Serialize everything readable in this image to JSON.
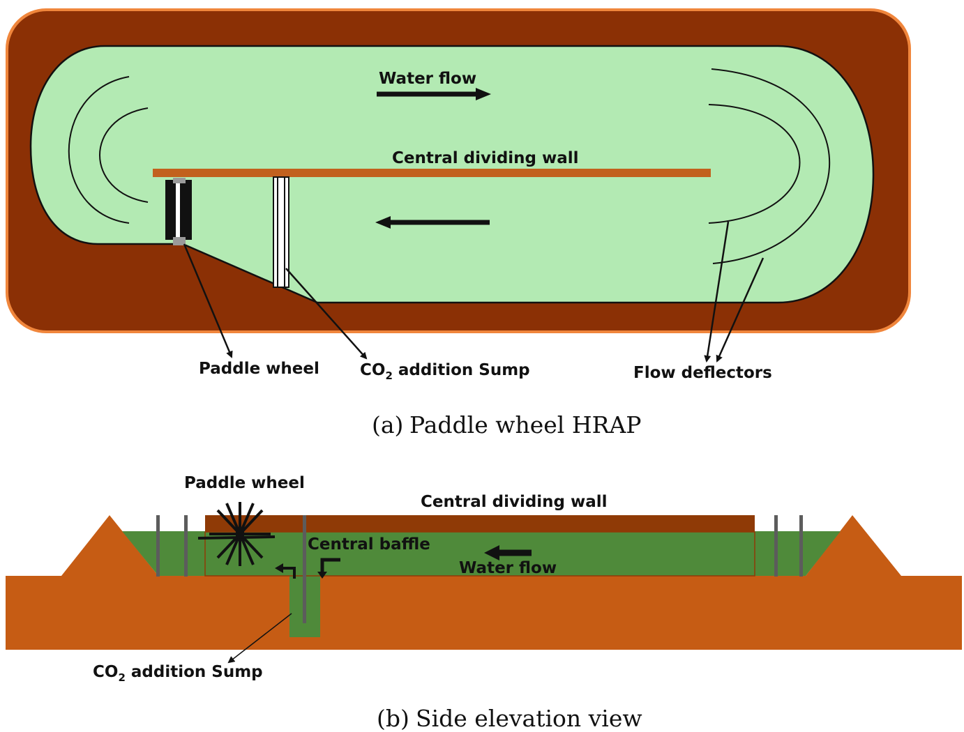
{
  "top_view": {
    "water_flow_label": "Water flow",
    "central_wall_label": "Central dividing wall",
    "paddle_wheel_label": "Paddle wheel",
    "co2_prefix": "CO",
    "co2_subscript": "2",
    "co2_suffix": " addition Sump",
    "flow_deflectors_label": "Flow deflectors",
    "caption_marker": "(a)",
    "caption_text": "Paddle wheel HRAP"
  },
  "side_view": {
    "paddle_wheel_label": "Paddle wheel",
    "central_wall_label": "Central dividing wall",
    "central_baffle_label": "Central baffle",
    "water_flow_label": "Water flow",
    "co2_prefix": "CO",
    "co2_subscript": "2",
    "co2_suffix": " addition Sump",
    "caption_marker": "(b)",
    "caption_text": "Side elevation view"
  },
  "colors": {
    "outer_border": "#f0863c",
    "embankment": "#8b3005",
    "water_top": "#b3eab3",
    "dividing_wall": "#c2611e",
    "soil": "#c65c14",
    "water_side": "#4f8a3a",
    "wall_side": "#8f3a06",
    "post": "#5c5c5c"
  }
}
